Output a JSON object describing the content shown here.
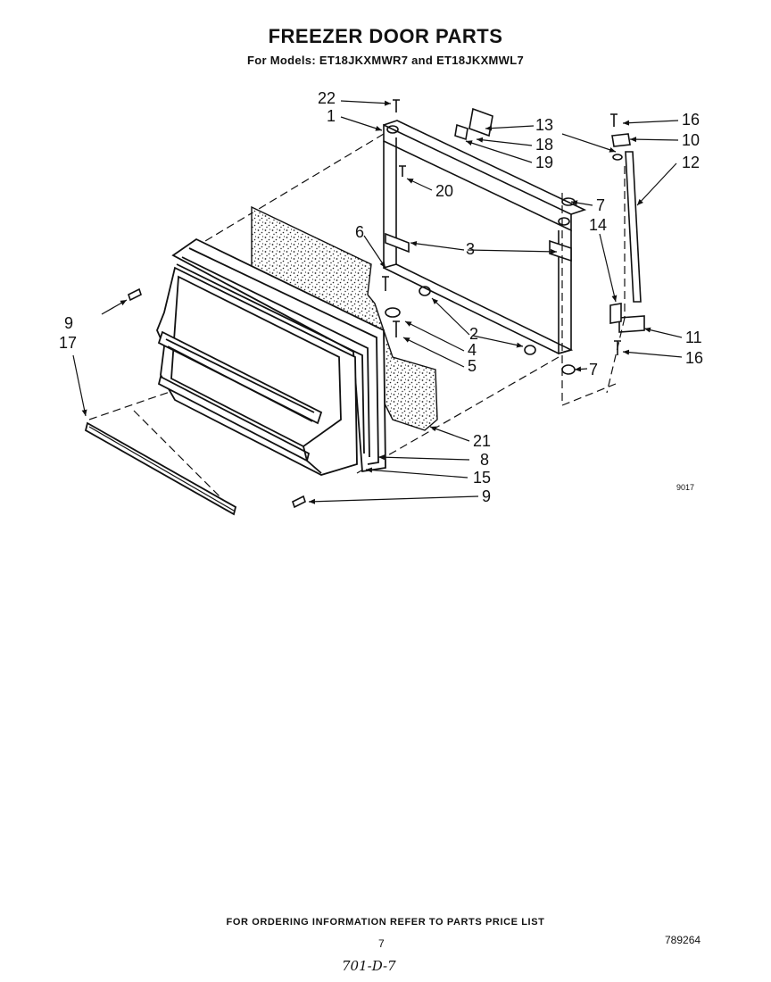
{
  "title": "FREEZER DOOR PARTS",
  "subtitle": "For Models: ET18JKXMWR7  and ET18JKXMWL7",
  "figure_number": "9017",
  "callouts": [
    {
      "id": "c22",
      "label": "22"
    },
    {
      "id": "c1",
      "label": "1"
    },
    {
      "id": "c13",
      "label": "13"
    },
    {
      "id": "c16a",
      "label": "16"
    },
    {
      "id": "c18",
      "label": "18"
    },
    {
      "id": "c10",
      "label": "10"
    },
    {
      "id": "c19",
      "label": "19"
    },
    {
      "id": "c12",
      "label": "12"
    },
    {
      "id": "c20",
      "label": "20"
    },
    {
      "id": "c7a",
      "label": "7"
    },
    {
      "id": "c14",
      "label": "14"
    },
    {
      "id": "c6",
      "label": "6"
    },
    {
      "id": "c3",
      "label": "3"
    },
    {
      "id": "c9a",
      "label": "9"
    },
    {
      "id": "c17",
      "label": "17"
    },
    {
      "id": "c2",
      "label": "2"
    },
    {
      "id": "c4",
      "label": "4"
    },
    {
      "id": "c5",
      "label": "5"
    },
    {
      "id": "c11",
      "label": "11"
    },
    {
      "id": "c16b",
      "label": "16"
    },
    {
      "id": "c7b",
      "label": "7"
    },
    {
      "id": "c21",
      "label": "21"
    },
    {
      "id": "c8",
      "label": "8"
    },
    {
      "id": "c15",
      "label": "15"
    },
    {
      "id": "c9b",
      "label": "9"
    }
  ],
  "footer": "FOR ORDERING INFORMATION REFER TO PARTS PRICE LIST",
  "page_number": "7",
  "part_number": "789264",
  "handwritten_note": "701-D-7"
}
